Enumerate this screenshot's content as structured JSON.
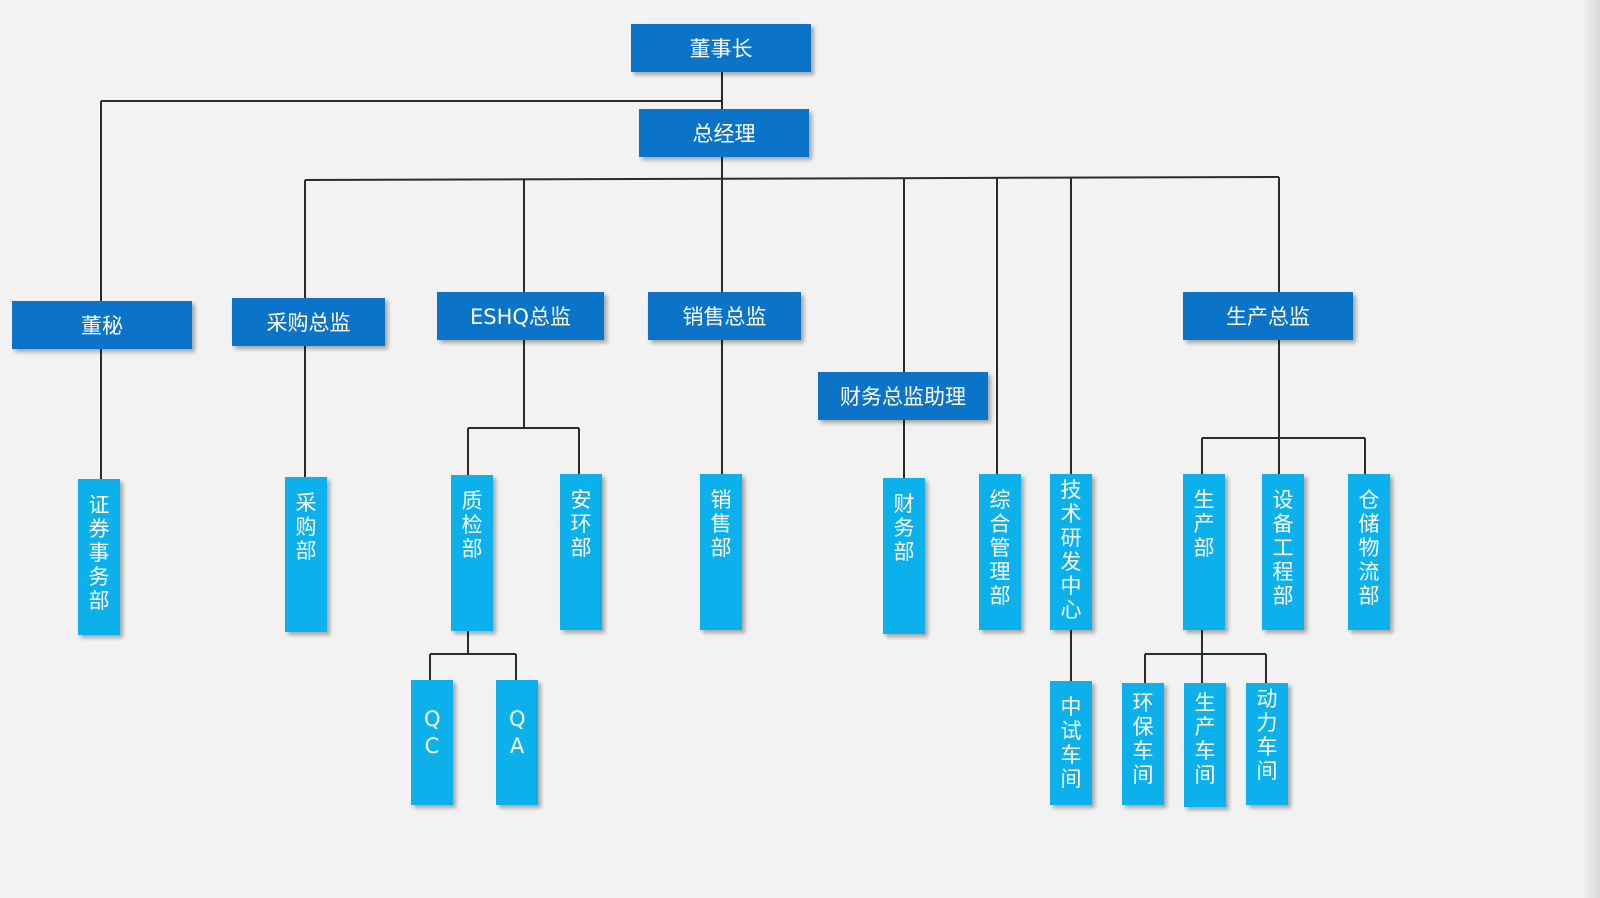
{
  "colors": {
    "background": "#f2f2f2",
    "manager_box": "#0b74c8",
    "department_box": "#0cb0ea",
    "connector": "#2b2b2b",
    "text": "#ffffff"
  },
  "nodes": {
    "chairman": "董事长",
    "general_manager": "总经理",
    "board_secretary": "董秘",
    "purchasing_director": "采购总监",
    "eshq_director": "ESHQ总监",
    "sales_director": "销售总监",
    "finance_assistant": "财务总监助理",
    "production_director": "生产总监",
    "securities_affairs_dept": "证券事务部",
    "purchasing_dept": "采购部",
    "quality_inspection_dept": "质检部",
    "safety_environment_dept": "安环部",
    "sales_dept": "销售部",
    "finance_dept": "财务部",
    "general_management_dept": "综合管理部",
    "tech_rd_center": "技术研发中心",
    "production_dept": "生产部",
    "equipment_engineering_dept": "设备工程部",
    "warehouse_logistics_dept": "仓储物流部",
    "qc": "QC",
    "qa": "QA",
    "pilot_workshop": "中试车间",
    "environmental_workshop": "环保车间",
    "production_workshop": "生产车间",
    "power_workshop": "动力车间"
  }
}
